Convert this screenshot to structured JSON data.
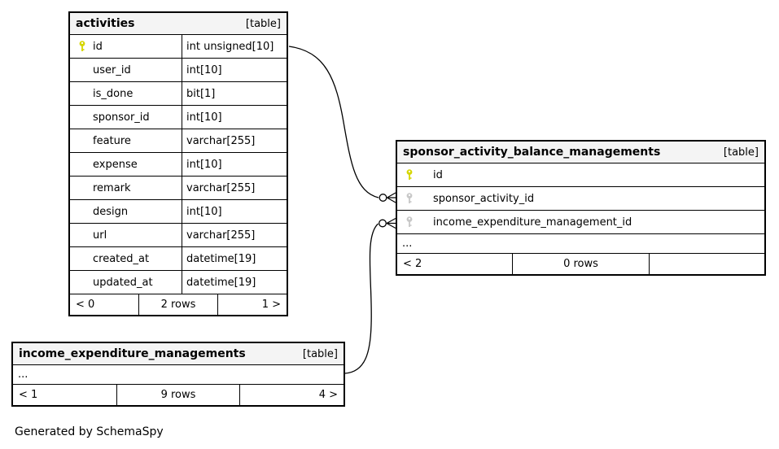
{
  "footnote": "Generated by SchemaSpy",
  "colors": {
    "primary_key": "#d6d600",
    "foreign_key": "#c8c8c8",
    "header_bg": "#f4f4f4",
    "border": "#000000"
  },
  "tables": [
    {
      "name": "activities",
      "tag": "[table]",
      "columns": [
        {
          "name": "id",
          "type": "int unsigned[10]"
        },
        {
          "name": "user_id",
          "type": "int[10]"
        },
        {
          "name": "is_done",
          "type": "bit[1]"
        },
        {
          "name": "sponsor_id",
          "type": "int[10]"
        },
        {
          "name": "feature",
          "type": "varchar[255]"
        },
        {
          "name": "expense",
          "type": "int[10]"
        },
        {
          "name": "remark",
          "type": "varchar[255]"
        },
        {
          "name": "design",
          "type": "int[10]"
        },
        {
          "name": "url",
          "type": "varchar[255]"
        },
        {
          "name": "created_at",
          "type": "datetime[19]"
        },
        {
          "name": "updated_at",
          "type": "datetime[19]"
        }
      ],
      "footer": {
        "prev": "< 0",
        "rows": "2 rows",
        "next": "1 >"
      }
    },
    {
      "name": "sponsor_activity_balance_managements",
      "tag": "[table]",
      "columns": [
        {
          "name": "id"
        },
        {
          "name": "sponsor_activity_id"
        },
        {
          "name": "income_expenditure_management_id"
        }
      ],
      "ellipsis": "...",
      "footer": {
        "prev": "< 2",
        "rows": "0 rows",
        "next": ""
      }
    },
    {
      "name": "income_expenditure_managements",
      "tag": "[table]",
      "ellipsis": "...",
      "footer": {
        "prev": "< 1",
        "rows": "9 rows",
        "next": "4 >"
      }
    }
  ],
  "relationships": [
    {
      "from": "activities.id",
      "to": "sponsor_activity_balance_managements.sponsor_activity_id"
    },
    {
      "from": "income_expenditure_managements",
      "to": "sponsor_activity_balance_managements.income_expenditure_management_id"
    }
  ]
}
